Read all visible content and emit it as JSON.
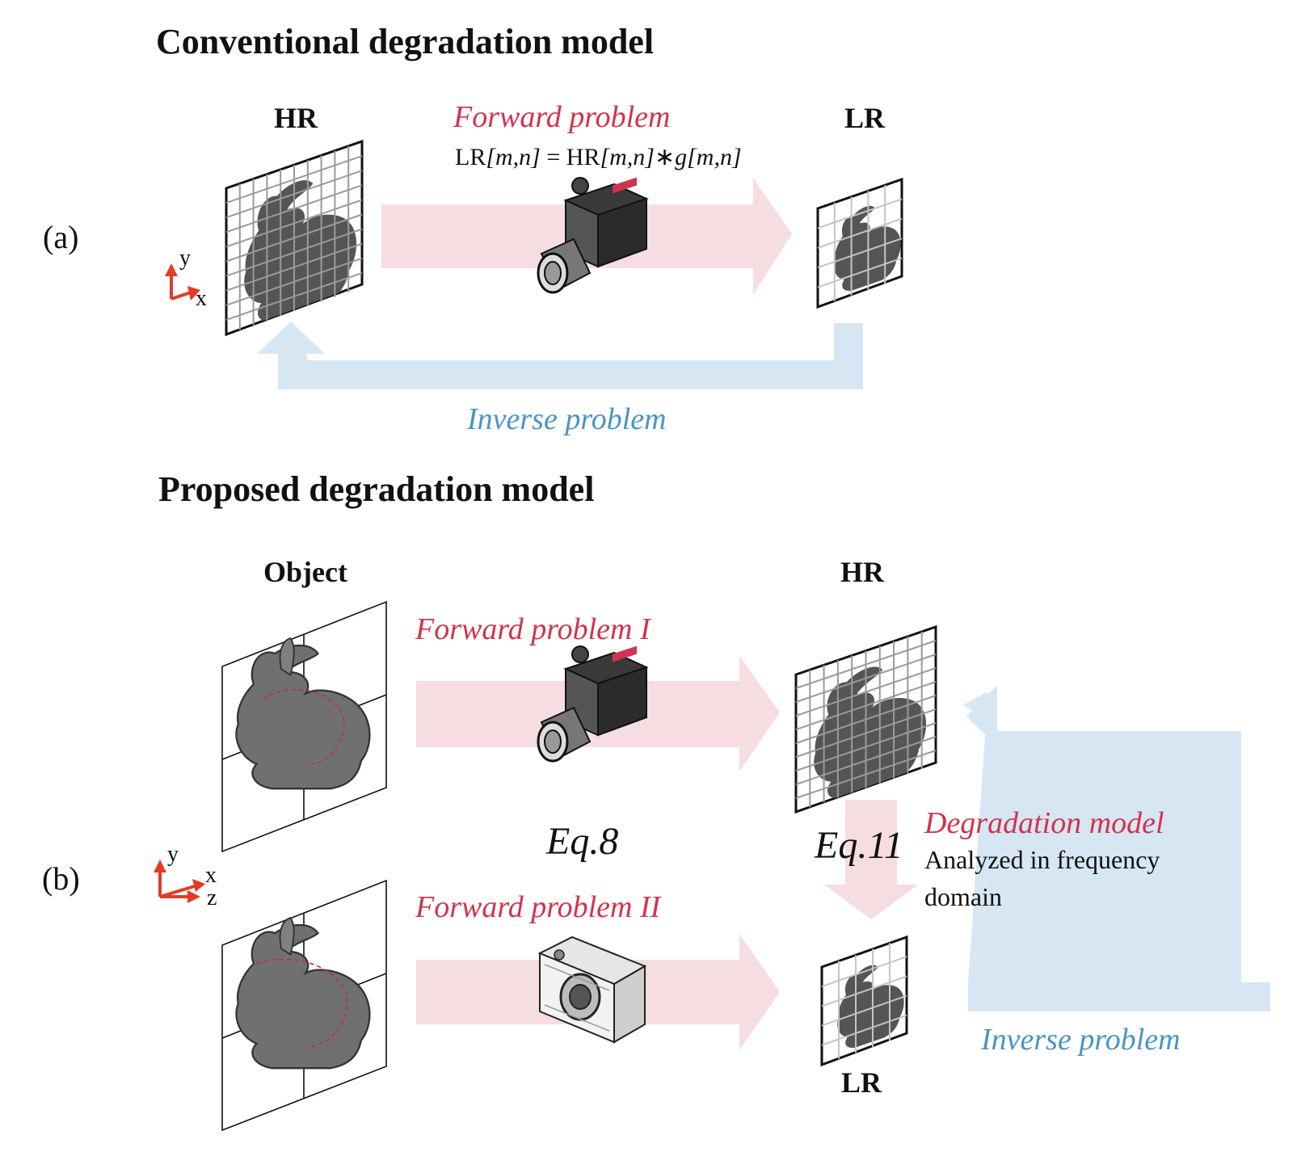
{
  "colors": {
    "forward": "#d0344f",
    "inverse": "#4a94c6",
    "forward_arrow_fill": "#f6dde1",
    "inverse_arrow_fill": "#d6e7f3",
    "axis": "#e53a25",
    "silhouette": "#555555",
    "grid": "#9a9a9a",
    "text": "#111111"
  },
  "icons": [
    "camera-dslr-icon",
    "camera-compact-icon",
    "bunny-3d-icon",
    "bunny-silhouette-icon",
    "axis-triad-icon"
  ],
  "panel_a": {
    "title": "Conventional degradation model",
    "label": "(a)",
    "hr_label": "HR",
    "lr_label": "LR",
    "forward_label": "Forward problem",
    "equation": {
      "lhs": "LR",
      "lhs_args": "[m,n]",
      "equals": " = ",
      "hr": "HR",
      "hr_args": "[m,n]",
      "conv": "∗",
      "g": "g",
      "g_args": "[m,n]"
    },
    "inverse_label": "Inverse problem",
    "axis": {
      "y": "y",
      "x": "x"
    }
  },
  "panel_b": {
    "title": "Proposed degradation model",
    "label": "(b)",
    "object_label": "Object",
    "hr_label": "HR",
    "lr_label": "LR",
    "forward_1": "Forward problem I",
    "forward_2": "Forward problem II",
    "eq8": "Eq.8",
    "eq11": "Eq.11",
    "degradation_title": "Degradation model",
    "degradation_line1": "Analyzed in frequency",
    "degradation_line2": "domain",
    "inverse_label": "Inverse problem",
    "axis": {
      "y": "y",
      "x": "x",
      "z": "z"
    }
  }
}
